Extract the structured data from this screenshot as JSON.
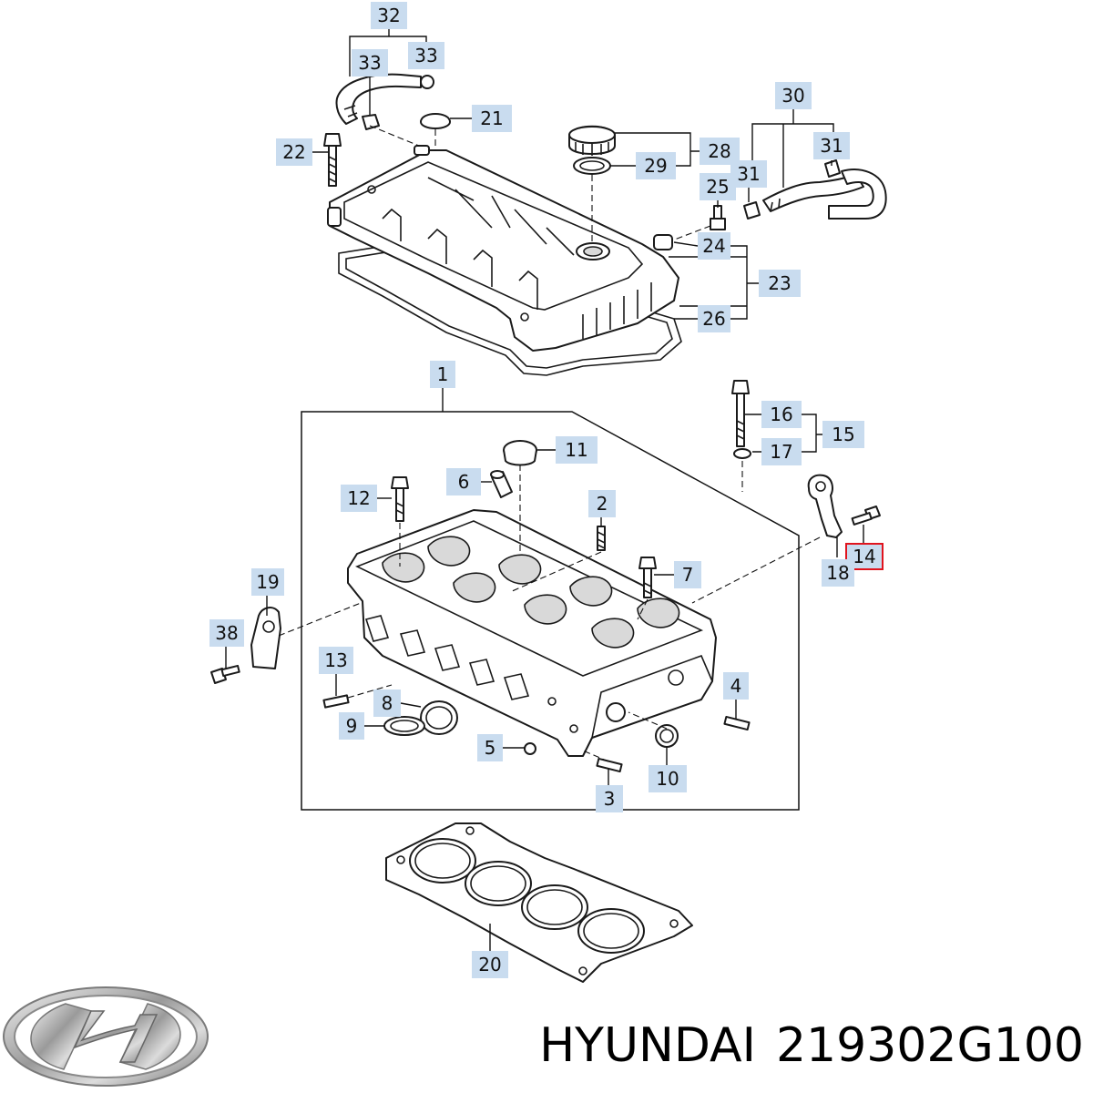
{
  "brand": "HYUNDAI",
  "part_number": "219302G100",
  "logo_icon": "hyundai-logo-icon",
  "highlight_color": "#e0141e",
  "callout_color": "#c9dcef",
  "callouts": [
    {
      "id": "32",
      "label": "32"
    },
    {
      "id": "33a",
      "label": "33"
    },
    {
      "id": "33b",
      "label": "33"
    },
    {
      "id": "21",
      "label": "21"
    },
    {
      "id": "22",
      "label": "22"
    },
    {
      "id": "28",
      "label": "28"
    },
    {
      "id": "29",
      "label": "29"
    },
    {
      "id": "30",
      "label": "30"
    },
    {
      "id": "31a",
      "label": "31"
    },
    {
      "id": "31b",
      "label": "31"
    },
    {
      "id": "25",
      "label": "25"
    },
    {
      "id": "24",
      "label": "24"
    },
    {
      "id": "23",
      "label": "23"
    },
    {
      "id": "26",
      "label": "26"
    },
    {
      "id": "1",
      "label": "1"
    },
    {
      "id": "16",
      "label": "16"
    },
    {
      "id": "15",
      "label": "15"
    },
    {
      "id": "17",
      "label": "17"
    },
    {
      "id": "11",
      "label": "11"
    },
    {
      "id": "6",
      "label": "6"
    },
    {
      "id": "12",
      "label": "12"
    },
    {
      "id": "2",
      "label": "2"
    },
    {
      "id": "7",
      "label": "7"
    },
    {
      "id": "14",
      "label": "14",
      "highlighted": true
    },
    {
      "id": "18",
      "label": "18"
    },
    {
      "id": "19",
      "label": "19"
    },
    {
      "id": "38",
      "label": "38"
    },
    {
      "id": "13",
      "label": "13"
    },
    {
      "id": "8",
      "label": "8"
    },
    {
      "id": "9",
      "label": "9"
    },
    {
      "id": "4",
      "label": "4"
    },
    {
      "id": "5",
      "label": "5"
    },
    {
      "id": "10",
      "label": "10"
    },
    {
      "id": "3",
      "label": "3"
    },
    {
      "id": "20",
      "label": "20"
    }
  ]
}
